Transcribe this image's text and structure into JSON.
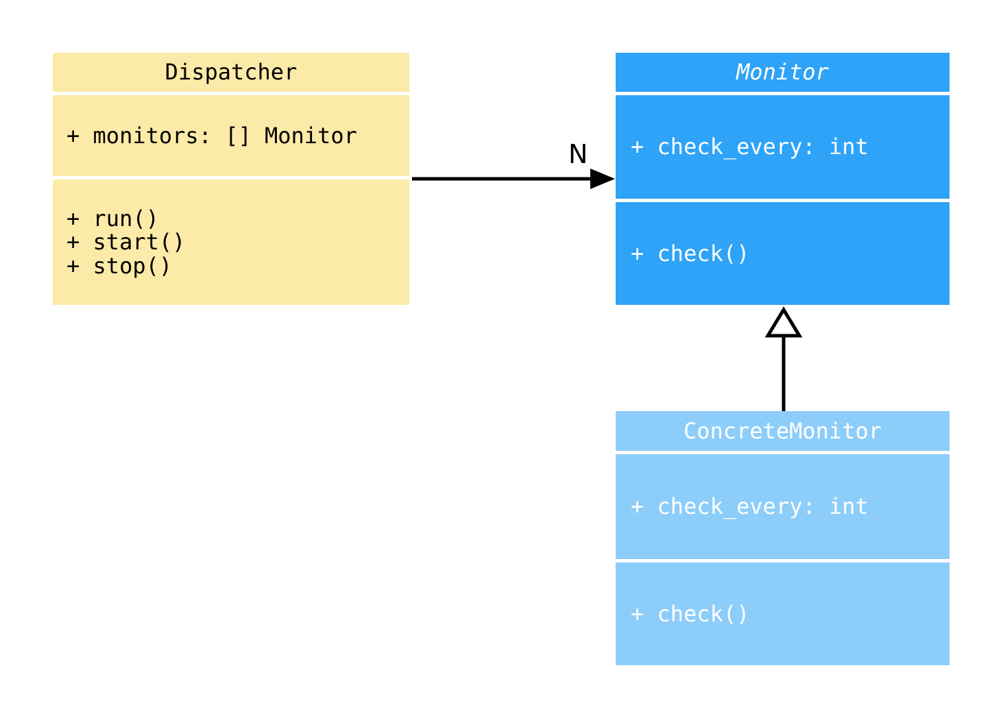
{
  "diagram": {
    "classes": [
      {
        "id": "dispatcher",
        "name": "Dispatcher",
        "attributes": [
          "+ monitors: [] Monitor"
        ],
        "methods": [
          "+ run()",
          "+ start()",
          "+ stop()"
        ],
        "fill_color": "#FCEAA8",
        "text_color": "#000000",
        "abstract": false
      },
      {
        "id": "monitor",
        "name": "Monitor",
        "attributes": [
          "+ check_every: int"
        ],
        "methods": [
          "+ check()"
        ],
        "fill_color": "#2EA3F7",
        "text_color": "#FFFFFF",
        "abstract": true
      },
      {
        "id": "concrete-monitor",
        "name": "ConcreteMonitor",
        "attributes": [
          "+ check_every: int"
        ],
        "methods": [
          "+ check()"
        ],
        "fill_color": "#8DCDF9",
        "text_color": "#FFFFFF",
        "abstract": false
      }
    ],
    "relationships": [
      {
        "type": "association",
        "from": "Dispatcher",
        "to": "Monitor",
        "label": "N",
        "line_color": "#000000"
      },
      {
        "type": "inheritance",
        "from": "ConcreteMonitor",
        "to": "Monitor",
        "label": "",
        "line_color": "#000000"
      }
    ]
  }
}
